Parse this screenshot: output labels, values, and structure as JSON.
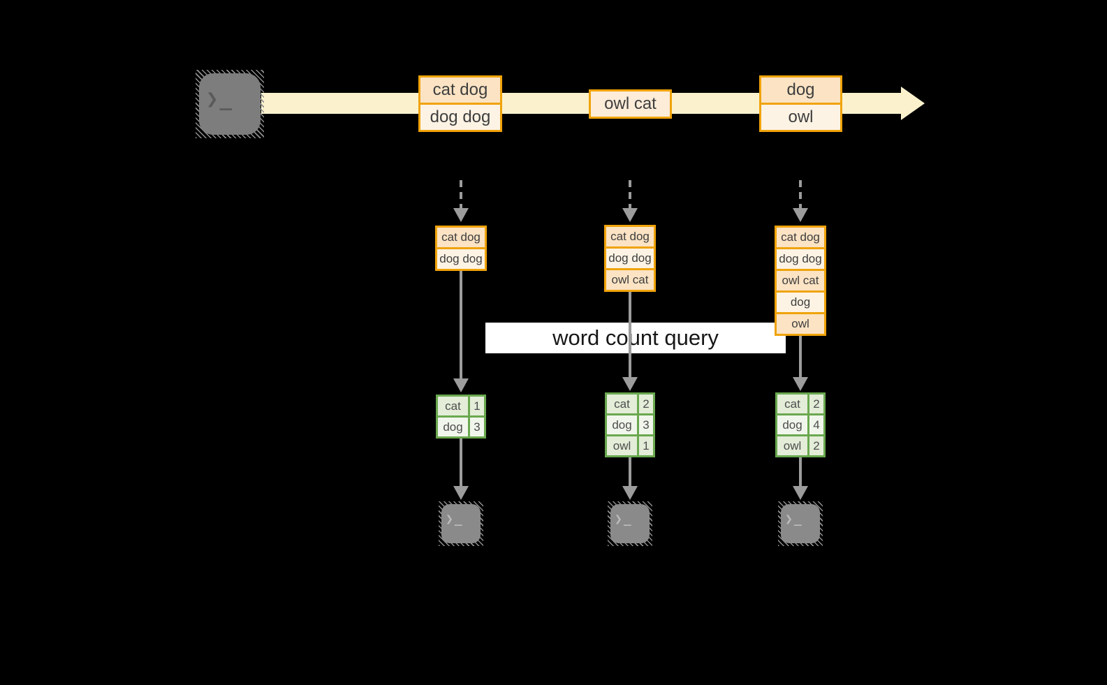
{
  "query_label": "word count query",
  "prompt_glyph": "❯_",
  "colors": {
    "orange_border": "#f0a30a",
    "cell_peach": "#fbe3c4",
    "cell_cream": "#fdf3e4",
    "stream_band": "#fbf2cd",
    "green_border": "#6aa84f",
    "green_cell_dark": "#e3edd8",
    "green_cell_light": "#f1f6ec",
    "arrow_gray": "#9c9c9c",
    "terminal_gray": "#7d7d7d"
  },
  "stream_batches": [
    {
      "lines": [
        "cat dog",
        "dog dog"
      ]
    },
    {
      "lines": [
        "owl cat"
      ]
    },
    {
      "lines": [
        "dog",
        "owl"
      ]
    }
  ],
  "columns": [
    {
      "input": [
        "cat dog",
        "dog dog"
      ],
      "counts": [
        {
          "word": "cat",
          "count": "1"
        },
        {
          "word": "dog",
          "count": "3"
        }
      ]
    },
    {
      "input": [
        "cat dog",
        "dog dog",
        "owl cat"
      ],
      "counts": [
        {
          "word": "cat",
          "count": "2"
        },
        {
          "word": "dog",
          "count": "3"
        },
        {
          "word": "owl",
          "count": "1"
        }
      ]
    },
    {
      "input": [
        "cat dog",
        "dog dog",
        "owl cat",
        "dog",
        "owl"
      ],
      "counts": [
        {
          "word": "cat",
          "count": "2"
        },
        {
          "word": "dog",
          "count": "4"
        },
        {
          "word": "owl",
          "count": "2"
        }
      ]
    }
  ]
}
